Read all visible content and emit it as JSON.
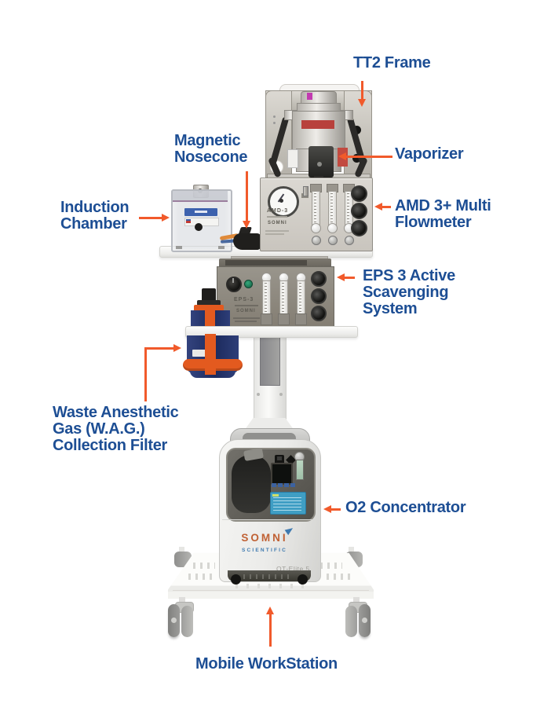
{
  "figure": {
    "background": "#FFFFFF",
    "label_color": "#1D4E94",
    "arrow_color": "#F15A2B"
  },
  "callouts": {
    "tt2_frame": "TT2 Frame",
    "magnetic_nosecone": "Magnetic\nNosecone",
    "vaporizer": "Vaporizer",
    "induction_chamber": "Induction\nChamber",
    "amd_flowmeter": "AMD 3+ Multi\nFlowmeter",
    "eps_scavenging": "EPS 3 Active\nScavenging\nSystem",
    "wag_filter": "Waste Anesthetic\nGas (W.A.G.)\nCollection Filter",
    "o2_concentrator": "O2 Concentrator",
    "mobile_workstation": "Mobile WorkStation"
  },
  "device_text": {
    "amd_model": "AMD-3",
    "amd_brand": "SOMNI",
    "eps_model": "EPS-3",
    "eps_brand": "SOMNI",
    "o2_brand": "SOMNI",
    "o2_brand_sub": "SCIENTIFIC",
    "o2_model": "OT-Elite 5"
  }
}
